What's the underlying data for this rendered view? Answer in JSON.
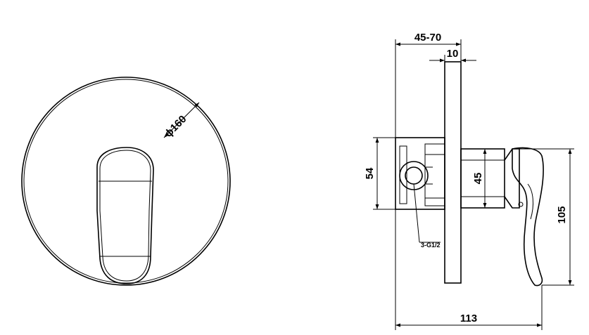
{
  "front_view": {
    "diameter_label": "ϕ160"
  },
  "side_view": {
    "dim_depth_range": "45-70",
    "dim_plate_thickness": "10",
    "dim_body_height": "54",
    "dim_handle_base": "45",
    "dim_total_height": "105",
    "dim_total_depth": "113",
    "outlet_label": "3-G1/2"
  },
  "colors": {
    "line": "#000000",
    "background": "#ffffff"
  }
}
